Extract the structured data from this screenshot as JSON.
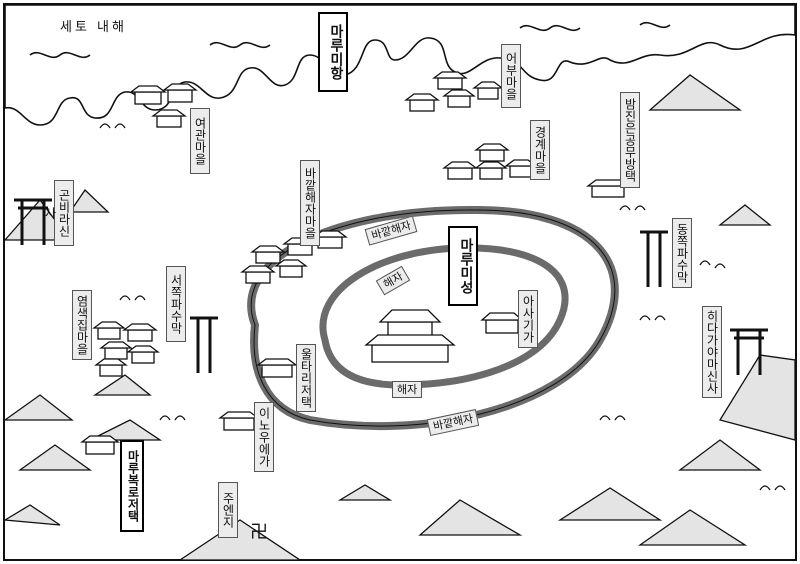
{
  "sea": "세토 내해",
  "castle_title": "마루미성",
  "port_title": "마루미항",
  "moats": {
    "outer_top": "바깥해자",
    "inner_top": "해자",
    "inner_bottom": "해자",
    "outer_bottom": "바깥해자"
  },
  "villages": {
    "eobu": "어부마을",
    "yeogwan": "여관마을",
    "bayanghaeja": "바깥해자마을",
    "gyeonggye": "경계마을",
    "bamjin": "밤진은공무방택",
    "dongjok": "동쪽파수막",
    "gonbira": "곤비라신사",
    "seojok": "서쪽파수막",
    "yeomsaek": "염색집마을",
    "asagi": "아사기가",
    "ullariddaek": "울타리저택",
    "inou": "이노우에가",
    "hida": "히다가야마신사",
    "maruboro": "마루복로저택",
    "jueneji": "주엔지"
  },
  "colors": {
    "ink": "#111111",
    "label_bg": "#ececec",
    "moat": "#6b6b6b",
    "mountain": "#e4e4e4"
  }
}
